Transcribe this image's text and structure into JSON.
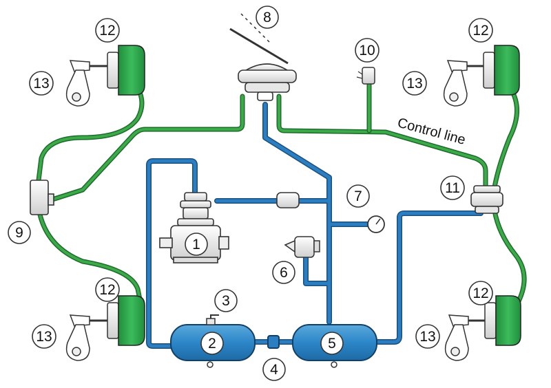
{
  "labels": {
    "c1": "1",
    "c2": "2",
    "c3": "3",
    "c4": "4",
    "c5": "5",
    "c6": "6",
    "c7": "7",
    "c8": "8",
    "c9": "9",
    "c10": "10",
    "c11": "11",
    "c12a": "12",
    "c12b": "12",
    "c12c": "12",
    "c12d": "12",
    "c13a": "13",
    "c13b": "13",
    "c13c": "13",
    "c13d": "13",
    "control_line": "Control line"
  },
  "colors": {
    "supply_line": "#2b7fc0",
    "control_line": "#3daa4a",
    "brake_chamber": "#27a348",
    "reservoir": "#2c86c8",
    "outline": "#222222"
  }
}
